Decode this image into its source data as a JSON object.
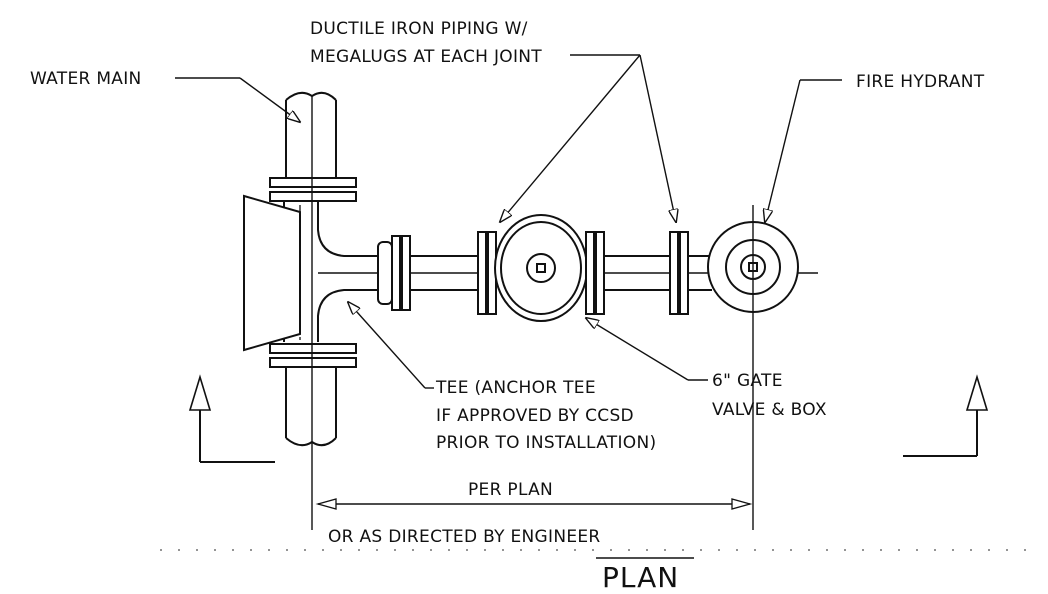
{
  "labels": {
    "ductile_line1": "DUCTILE IRON PIPING W/",
    "ductile_line2": "MEGALUGS AT EACH JOINT",
    "water_main": "WATER MAIN",
    "fire_hydrant": "FIRE HYDRANT",
    "tee_line1": "TEE (ANCHOR TEE",
    "tee_line2": "IF APPROVED BY CCSD",
    "tee_line3": "PRIOR TO INSTALLATION)",
    "valve_line1": "6\" GATE",
    "valve_line2": "VALVE & BOX",
    "dimension": "PER PLAN",
    "dimension_note": "OR AS DIRECTED BY ENGINEER",
    "view_title": "PLAN"
  }
}
